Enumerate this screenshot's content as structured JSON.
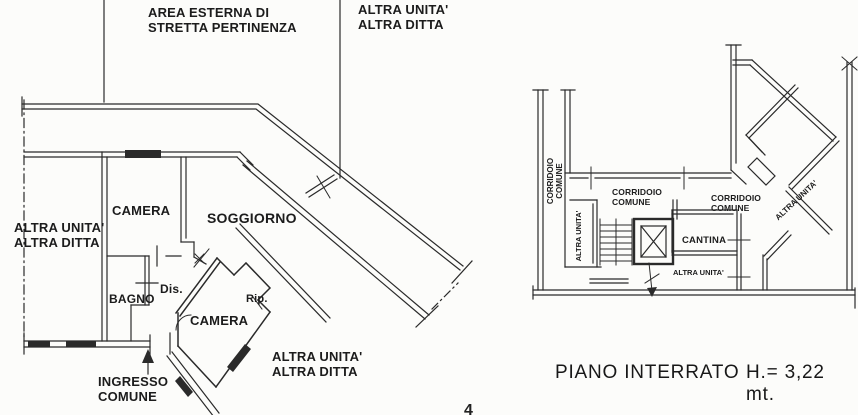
{
  "left_plan": {
    "labels": {
      "area_esterna": "AREA ESTERNA DI\nSTRETTA PERTINENZA",
      "altra_unita_top": "ALTRA UNITA'\nALTRA DITTA",
      "altra_unita_left": "ALTRA UNITA'\nALTRA DITTA",
      "camera_upper": "CAMERA",
      "soggiorno": "SOGGIORNO",
      "bagno": "BAGNO",
      "dis": "Dis.",
      "rip": "Rip.",
      "camera_lower": "CAMERA",
      "ingresso_comune": "INGRESSO\nCOMUNE",
      "altra_unita_bottom": "ALTRA UNITA'\nALTRA DITTA"
    }
  },
  "right_plan": {
    "labels": {
      "corridoio_comune_vertical": "CORRIDOIO\nCOMUNE",
      "altra_unita_vertical": "ALTRA UNITA'",
      "corridoio_comune_1": "CORRIDOIO\nCOMUNE",
      "corridoio_comune_2": "CORRIDOIO\nCOMUNE",
      "cantina": "CANTINA",
      "altra_unita_small": "ALTRA UNITA'",
      "altra_unita_diagonal": "ALTRA UNITA'"
    }
  },
  "caption": {
    "floor": "PIANO INTERRATO",
    "height": "H.= 3,22 mt."
  },
  "page_number": "4",
  "colors": {
    "ink": "#262626",
    "paper": "#fcfcfa"
  }
}
